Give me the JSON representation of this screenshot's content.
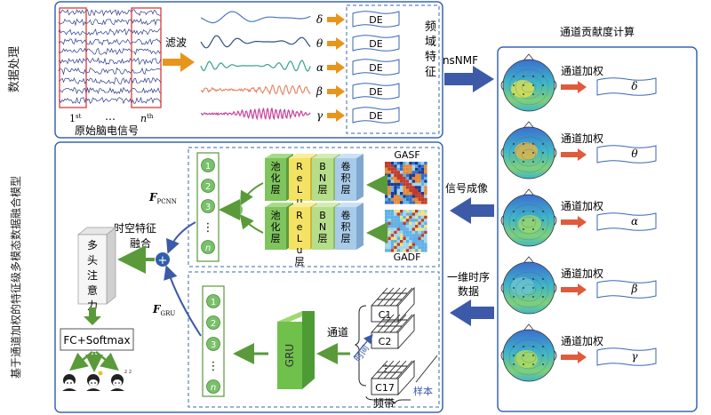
{
  "colors": {
    "panel_border": "#3a67b4",
    "arrow_blue": "#3d5aa8",
    "arrow_orange": "#e8951c",
    "arrow_red": "#e05a3c",
    "arrow_green": "#5a9a3a",
    "layer_green": "#7fc45d",
    "layer_yellow": "#f3e264",
    "layer_lightgreen": "#b6de8a",
    "layer_blue": "#a9cbea",
    "node_green": "#79c06a",
    "gru_green": "#70c04c",
    "sum_blue": "#2f5fad"
  },
  "top": {
    "side_label": "数据处理",
    "raw_signal_caption": "原始脑电信号",
    "channel_first": "1",
    "channel_first_sup": "st",
    "channel_dots": "…",
    "channel_last": "n",
    "channel_last_sup": "th",
    "filter_label": "滤波",
    "bands": [
      "δ",
      "θ",
      "α",
      "β",
      "γ"
    ],
    "de_label": "DE",
    "freq_feature_label": "频域特征",
    "nsnmf_label": "nsNMF"
  },
  "right": {
    "title": "通道贡献度计算",
    "weight_label": "通道加权",
    "bands": [
      "δ",
      "θ",
      "α",
      "β",
      "γ"
    ]
  },
  "middle": {
    "signal_imaging_label": "信号成像",
    "one_dim_label_line1": "一维时序",
    "one_dim_label_line2": "数据"
  },
  "bottom": {
    "side_label": "基于通道加权的特征级多模态数据融合模型",
    "gasf_label": "GASF",
    "gadf_label": "GADF",
    "conv_layer": "卷积层",
    "bn_layer": "BN 层",
    "relu_layer": "ReLu 层",
    "pool_layer": "池化层",
    "f_pcnn": "F",
    "f_pcnn_sub": "PCNN",
    "f_gru": "F",
    "f_gru_sub": "GRU",
    "node_labels": [
      "1",
      "2",
      "3",
      "⋮",
      "n"
    ],
    "fusion_label_line1": "时空特征",
    "fusion_label_line2": "融合",
    "attention_label": "多头注意力",
    "classifier_label": "FC+Softmax",
    "gru_label": "GRU",
    "channel_label": "通道",
    "time_label": "时间",
    "freq_band_label": "频带",
    "sample_label": "样本",
    "c_labels": [
      "C1",
      "C2",
      "C17"
    ]
  }
}
